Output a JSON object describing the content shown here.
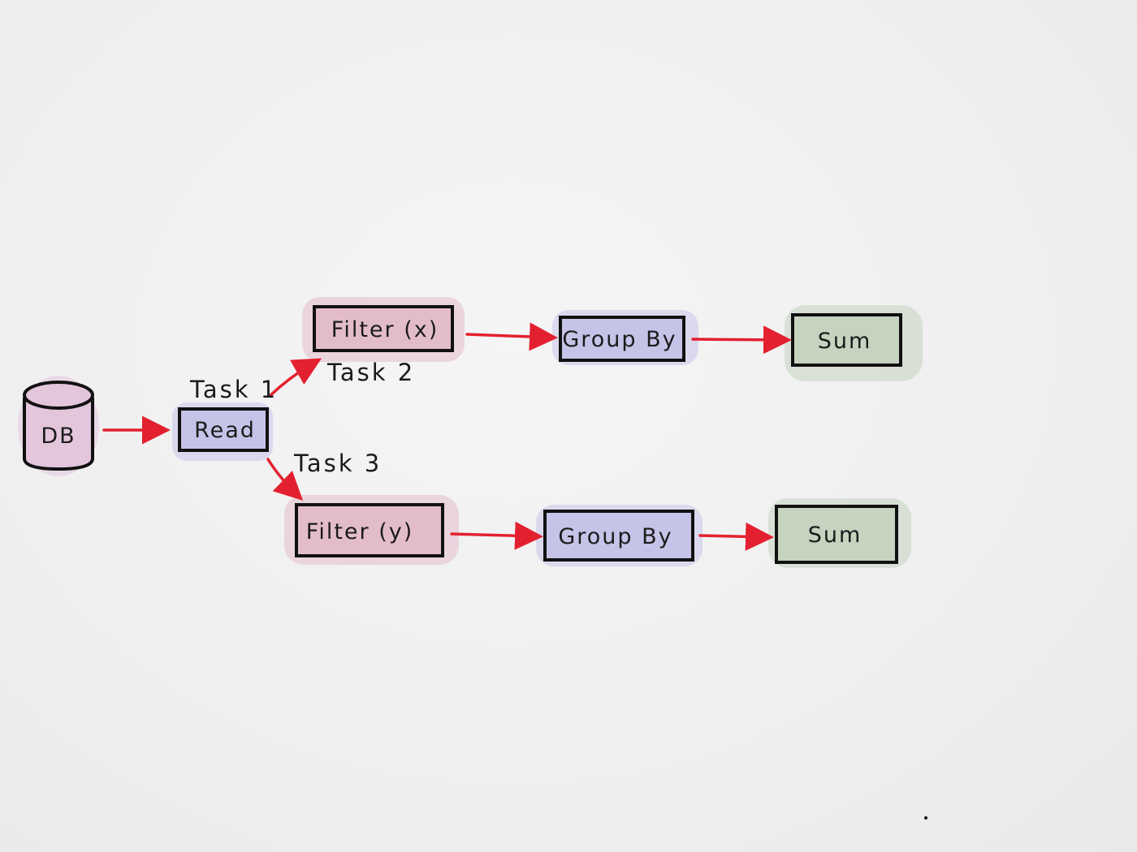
{
  "colors": {
    "pink": "#e3bccb",
    "lavender": "#c6c3e8",
    "green": "#c5d3bf",
    "db": "#e3c5dc",
    "arrow": "#e3202f",
    "outline": "#111111"
  },
  "nodes": {
    "db": "DB",
    "read": "Read",
    "filter_x": "Filter (x)",
    "groupby_top": "Group By",
    "sum_top": "Sum",
    "filter_y": "Filter (y)",
    "groupby_bottom": "Group By",
    "sum_bottom": "Sum"
  },
  "tasks": {
    "task1": "Task 1",
    "task2": "Task 2",
    "task3": "Task 3"
  }
}
